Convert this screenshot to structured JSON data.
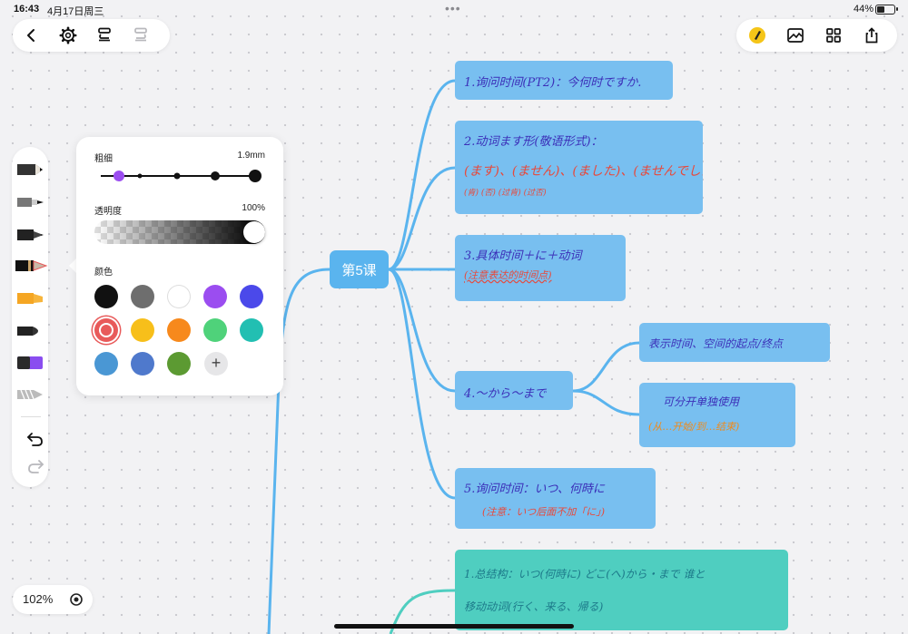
{
  "status": {
    "time": "16:43",
    "date": "4月17日周三",
    "battery_pct": "44%",
    "battery_level": 0.44,
    "multitask_dots": "•••"
  },
  "toolbar_left": {
    "icons": [
      "back-arrow-icon",
      "gear-icon",
      "undo-history-icon",
      "redo-history-icon"
    ]
  },
  "toolbar_right": {
    "icons": [
      "pencil-avatar-icon",
      "image-insert-icon",
      "grid-view-icon",
      "share-icon"
    ]
  },
  "pen_panel": {
    "thickness_label": "粗细",
    "thickness_value": "1.9mm",
    "opacity_label": "透明度",
    "opacity_value": "100%",
    "opacity_level": 1.0,
    "color_label": "颜色",
    "add_color_glyph": "+",
    "colors": [
      "#111111",
      "#6e6e6e",
      "#ffffff",
      "#9b4df0",
      "#4b49ea",
      "#e85a5a",
      "#f7bf1a",
      "#f7891c",
      "#4fd27a",
      "#22bfb2",
      "#4a97d4",
      "#4f79cc",
      "#5c9a32"
    ],
    "selected_color": "#e85a5a"
  },
  "zoom": {
    "label": "102%"
  },
  "mindmap": {
    "root": "第5课",
    "nodes": {
      "n1": {
        "line1": "1.询问时间(PT2)：今何时ですか."
      },
      "n2": {
        "line1": "2.动词ます形(敬语形式)：",
        "line2": "(ます)、(ません)、(ました)、(ませんでした)",
        "line3": "(肯)      (否)      (过肯)      (过否)"
      },
      "n3": {
        "line1": "3.具体时间＋に＋动词",
        "line2": "(注意表达的时间点)"
      },
      "n4": {
        "line1": "4.～から～まで"
      },
      "n4a": {
        "line1": "表示时间、空间的起点/终点"
      },
      "n4b": {
        "line1": "可分开单独使用",
        "line2": "(从…开始/到…结束)"
      },
      "n5": {
        "line1": "5.询问时间：いつ、何時に",
        "line2": "(注意：いつ后面不加「に」)"
      },
      "n6": {
        "line1": "1.总结构：いつ(何時に) どこ(へ)から・まで 谁と",
        "line2": "移动动词(行く、来る、帰る)"
      }
    }
  }
}
